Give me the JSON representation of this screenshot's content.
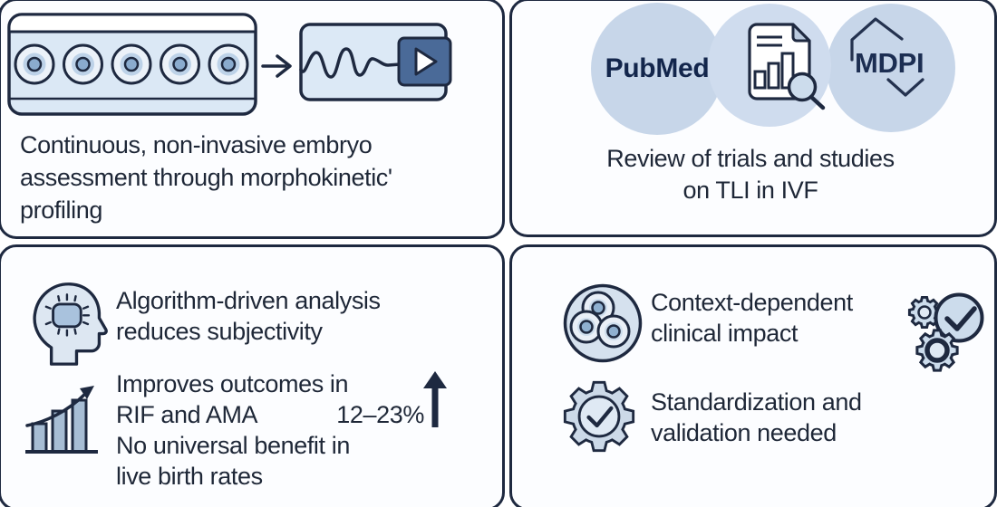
{
  "colors": {
    "page_bg": "#ffffff",
    "panel_bg": "#fcfdff",
    "outline": "#1e2940",
    "text": "#1e2737",
    "light_blue_fill": "#dce9f6",
    "pale_blue_fill": "#ecf2f9",
    "mid_blue_fill": "#a9c2dd",
    "core_blue_fill": "#8aabce",
    "badge_circle_fill": "#c7d6e9",
    "play_square_fill": "#4a6a98"
  },
  "top_left": {
    "caption_lines": [
      "Continuous, non-invasive embryo",
      "assessment through morphokinetic'",
      "profiling"
    ]
  },
  "top_right": {
    "pubmed_label": "PubMed",
    "mdpi_label": "MDPI",
    "caption_lines": [
      "Review of trials and studies",
      "on TLI in IVF"
    ]
  },
  "bottom_left": {
    "item1_lines": [
      "Algorithm-driven analysis",
      "reduces subjectivity"
    ],
    "item2_line1": "Improves outcomes in",
    "item2_line2_left": "RIF and AMA",
    "item2_stat": "12–23%",
    "item3_lines": [
      "No universal benefit in",
      "live birth rates"
    ]
  },
  "bottom_right": {
    "item1_lines": [
      "Context-dependent",
      "clinical impact"
    ],
    "item2_lines": [
      "Standardization and",
      "validation needed"
    ]
  }
}
